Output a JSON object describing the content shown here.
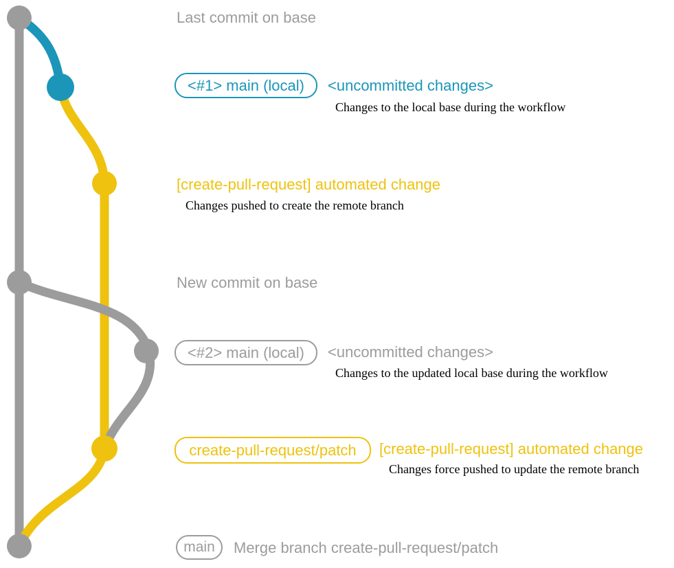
{
  "colors": {
    "gray": "#9c9c9c",
    "teal": "#1b96b9",
    "yellow": "#eec20f",
    "caption": "#000000",
    "background": "#ffffff"
  },
  "graph": {
    "type": "git-commit-graph",
    "branches": [
      {
        "name": "base",
        "color": "gray"
      },
      {
        "name": "main-local",
        "color": "teal"
      },
      {
        "name": "create-pull-request-patch",
        "color": "yellow"
      }
    ],
    "nodes": [
      {
        "id": "last-commit-on-base",
        "color": "gray",
        "label": "Last commit on base"
      },
      {
        "id": "main-local-1",
        "color": "teal",
        "label": "<#1> main (local)"
      },
      {
        "id": "cpr-branch-created",
        "color": "yellow",
        "label": "[create-pull-request] automated change"
      },
      {
        "id": "new-commit-on-base",
        "color": "gray",
        "label": "New commit on base"
      },
      {
        "id": "main-local-2",
        "color": "gray",
        "label": "<#2> main (local)"
      },
      {
        "id": "cpr-branch-updated",
        "color": "yellow",
        "label": "create-pull-request/patch"
      },
      {
        "id": "merge-commit",
        "color": "gray",
        "label": "Merge branch create-pull-request/patch"
      }
    ]
  },
  "annotations": {
    "last_commit": "Last commit on base",
    "row1": {
      "badge": "<#1> main (local)",
      "status": "<uncommitted changes>",
      "caption": "Changes to the local base during the workflow"
    },
    "row2": {
      "title": "[create-pull-request] automated change",
      "caption": "Changes pushed to create the remote branch"
    },
    "row3": {
      "title": "New commit on base"
    },
    "row4": {
      "badge": "<#2> main (local)",
      "status": "<uncommitted changes>",
      "caption": "Changes to the updated local base during the workflow"
    },
    "row5": {
      "badge": "create-pull-request/patch",
      "title": "[create-pull-request] automated change",
      "caption": "Changes force pushed to update the remote branch"
    },
    "row6": {
      "badge": "main",
      "caption": "Merge branch create-pull-request/patch"
    }
  }
}
